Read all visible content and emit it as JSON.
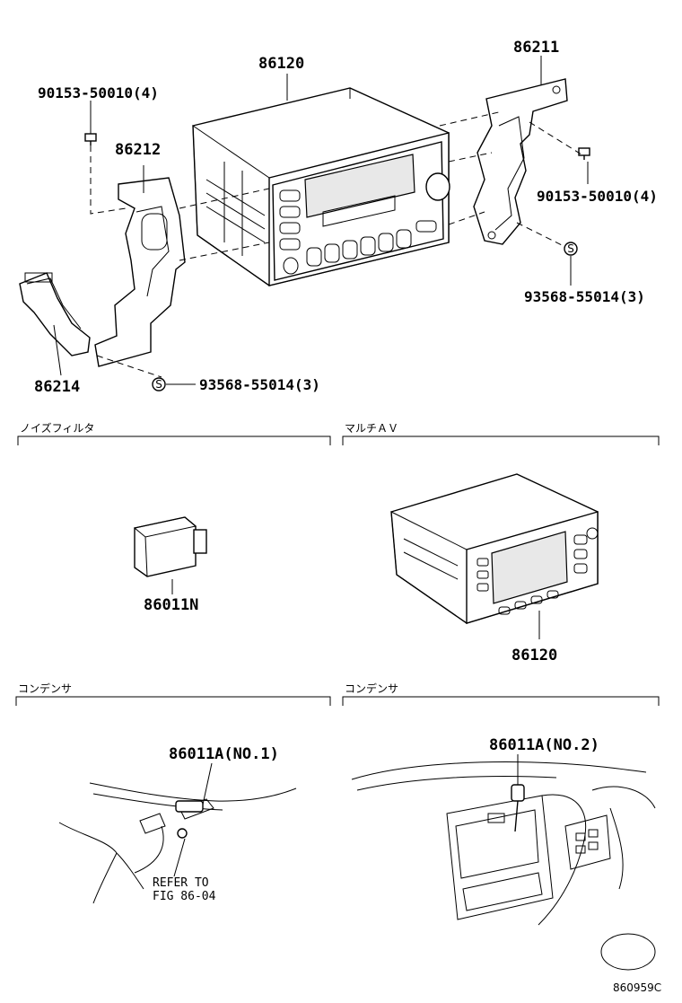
{
  "labels": {
    "head_unit_top": "86120",
    "bracket_right": "86211",
    "bracket_left": "86212",
    "bracket_lower_left": "86214",
    "screw_left": "90153-50010(4)",
    "screw_right": "90153-50010(4)",
    "s_screw_right": "93568-55014(3)",
    "s_screw_left": "93568-55014(3)",
    "s_mark": "S",
    "noise_filter_part": "86011N",
    "multi_av_part": "86120",
    "condenser_no1": "86011A(NO.1)",
    "condenser_no2": "86011A(NO.2)",
    "refer_line1": "REFER TO",
    "refer_line2": "FIG 86-04",
    "figure_code": "860959C"
  },
  "sections": {
    "noise_filter": "ノイズフィルタ",
    "multi_av": "マルチＡＶ",
    "condenser_left": "コンデンサ",
    "condenser_right": "コンデンサ"
  }
}
